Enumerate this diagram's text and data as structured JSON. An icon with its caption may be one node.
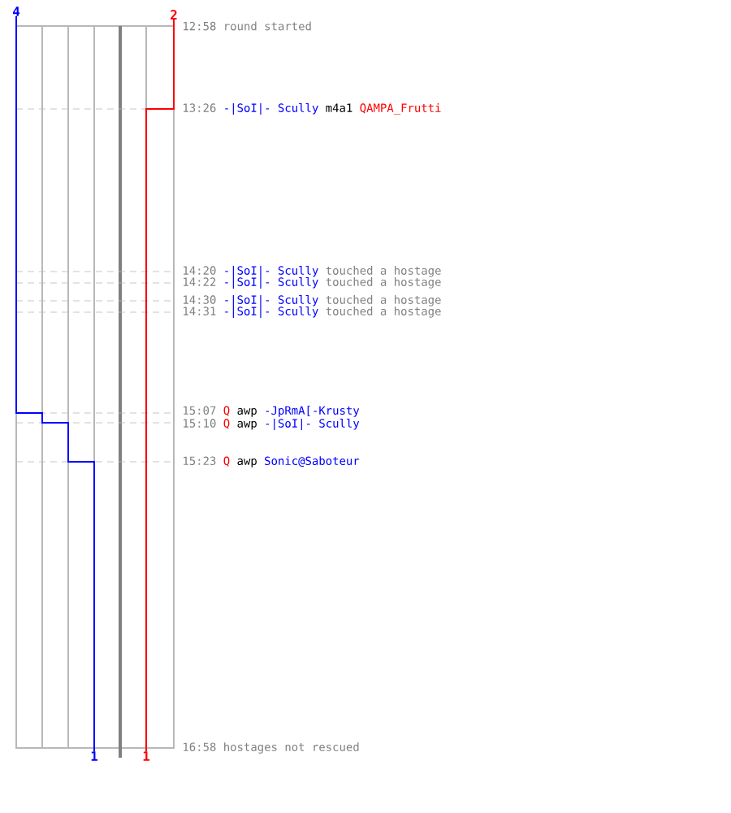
{
  "diagram": {
    "labels": [
      "4",
      "2",
      "12:58",
      "round started",
      "13:26",
      "-|SoI|- Scully",
      "m4a1",
      "QAMPA_Frutti",
      "14:20",
      "-|SoI|- Scully",
      "touched a hostage",
      "14:22",
      "-|SoI|- Scully",
      "touched a hostage",
      "14:30",
      "-|SoI|- Scully",
      "touched a hostage",
      "14:31",
      "-|SoI|- Scully",
      "touched a hostage",
      "15:07",
      "Q",
      "awp",
      "-JpRmA[-Krusty",
      "15:10",
      "Q",
      "awp",
      "-|SoI|- Scully",
      "15:23",
      "Q",
      "awp",
      "Sonic@Saboteur",
      "1",
      "1",
      "16:58",
      "hostages not rescued"
    ]
  }
}
